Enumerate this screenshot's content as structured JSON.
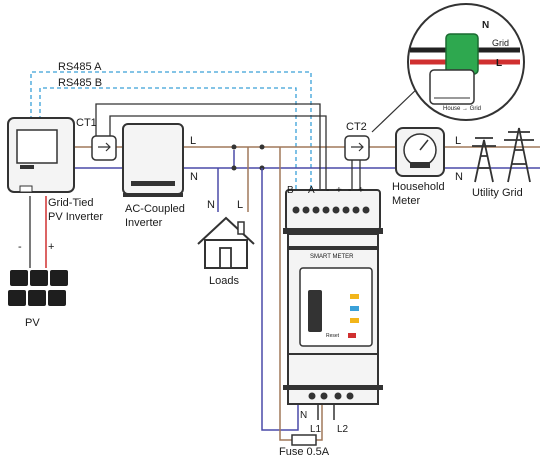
{
  "labels": {
    "rs485_a": "RS485 A",
    "rs485_b": "RS485 B",
    "ct1": "CT1",
    "ct2": "CT2",
    "grid_tied_inverter": [
      "Grid-Tied",
      "PV Inverter"
    ],
    "ac_coupled_inverter": [
      "AC-Coupled",
      "Inverter"
    ],
    "loads": "Loads",
    "household_meter": [
      "Household",
      "Meter"
    ],
    "utility_grid": "Utility Grid",
    "pv": "PV",
    "pv_minus": "-",
    "pv_plus": "+",
    "fuse": "Fuse 0.5A",
    "smart_meter": "SMART METER",
    "reset": "Reset",
    "line_l": "L",
    "line_n": "N",
    "term_b": "B",
    "term_a": "A",
    "term_minus": "-",
    "term_plus": "+",
    "term_n": "N",
    "term_l1": "L1",
    "term_l2": "L2",
    "ct_callout": {
      "n": "N",
      "l": "L",
      "grid": "Grid",
      "house_grid": "House → Grid"
    }
  },
  "colors": {
    "neutral_wire": "#4a4aa8",
    "line_wire": "#a0785a",
    "rs485_wire": "#3aa0d8",
    "ct_clamp": "#2ea84f",
    "led_yellow": "#f2b51a",
    "led_blue": "#3aa0d8",
    "pv_panel": "#1e1e1e"
  }
}
